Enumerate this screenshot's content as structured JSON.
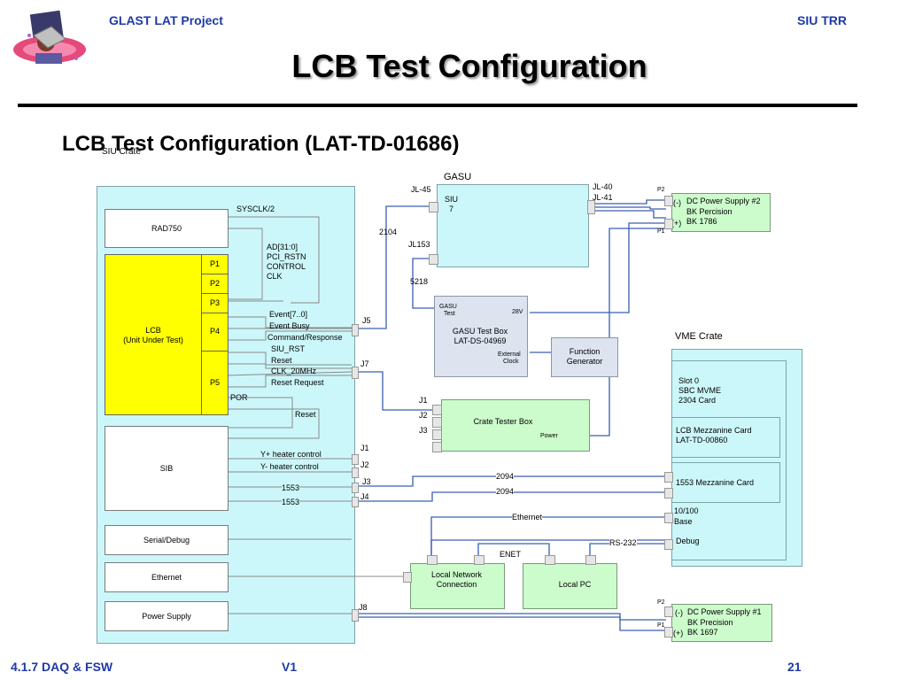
{
  "header": {
    "project": "GLAST LAT Project",
    "review": "SIU TRR"
  },
  "title": "LCB Test Configuration",
  "subtitle": "LCB Test Configuration (LAT-TD-01686)",
  "footer": {
    "section": "4.1.7 DAQ & FSW",
    "version": "V1",
    "page": "21"
  },
  "diagram": {
    "siu_crate_label": "SIU Crate",
    "rad750": "RAD750",
    "sysclk": "SYSCLK/2",
    "bus_signals": [
      "AD[31:0]",
      "PCI_RSTN",
      "CONTROL",
      "CLK"
    ],
    "lcb_line1": "LCB",
    "lcb_line2": "(Unit Under Test)",
    "ports": [
      "P1",
      "P2",
      "P3",
      "P4",
      "P5"
    ],
    "por": "POR",
    "signals_j5": [
      "Event[7..0]",
      "Event Busy",
      "Command/Response"
    ],
    "signals_j7": [
      "SIU_RST",
      "Reset",
      "CLK_20MHz",
      "Reset Request"
    ],
    "reset": "Reset",
    "sib": "SIB",
    "heater_plus": "Y+ heater control",
    "heater_minus": "Y- heater control",
    "bus1553_a": "1553",
    "bus1553_b": "1553",
    "serial_debug": "Serial/Debug",
    "ethernet_box": "Ethernet",
    "power_supply": "Power Supply",
    "j_labels": {
      "j5": "J5",
      "j7": "J7",
      "j1": "J1",
      "j2": "J2",
      "j3": "J3",
      "j4": "J4",
      "j8": "J8"
    },
    "gasu": "GASU",
    "jl45": "JL-45",
    "jl40": "JL-40",
    "jl41": "JL-41",
    "jl153": "JL153",
    "siu7_line1": "SIU",
    "siu7_line2": "7",
    "cable_2104": "2104",
    "cable_5218": "5218",
    "gasu_test_small_1": "GASU",
    "gasu_test_small_2": "Test",
    "v28": "28V",
    "gasu_test_box_1": "GASU Test Box",
    "gasu_test_box_2": "LAT-DS-04969",
    "external_clock_1": "External",
    "external_clock_2": "Clock",
    "function_gen_1": "Function",
    "function_gen_2": "Generator",
    "crate_j1": "J1",
    "crate_j2": "J2",
    "crate_j3": "J3",
    "crate_tester": "Crate Tester Box",
    "power_small": "Power",
    "cable_2094_a": "2094",
    "cable_2094_b": "2094",
    "ethernet_line": "Ethernet",
    "rs232": "RS-232",
    "enet": "ENET",
    "lan_1": "Local Network",
    "lan_2": "Connection",
    "local_pc": "Local PC",
    "vme_crate": "VME Crate",
    "slot0": [
      "Slot 0",
      "SBC MVME",
      "2304 Card"
    ],
    "lcb_mezz": [
      "LCB Mezzanine Card",
      "LAT-TD-00860"
    ],
    "mezz1553": "1553 Mezzanine Card",
    "base": [
      "10/100",
      "Base"
    ],
    "debug": "Debug",
    "dc2": {
      "p2": "P2",
      "p1": "P1",
      "minus": "(-)",
      "plus": "(+)",
      "name": "DC Power Supply #2",
      "line2": "BK Percision",
      "line3": "BK 1786"
    },
    "dc1": {
      "p2": "P2",
      "p1": "P1",
      "minus": "(-)",
      "plus": "(+)",
      "name": "DC Power Supply #1",
      "line2": "BK Precision",
      "line3": "BK 1697"
    }
  }
}
